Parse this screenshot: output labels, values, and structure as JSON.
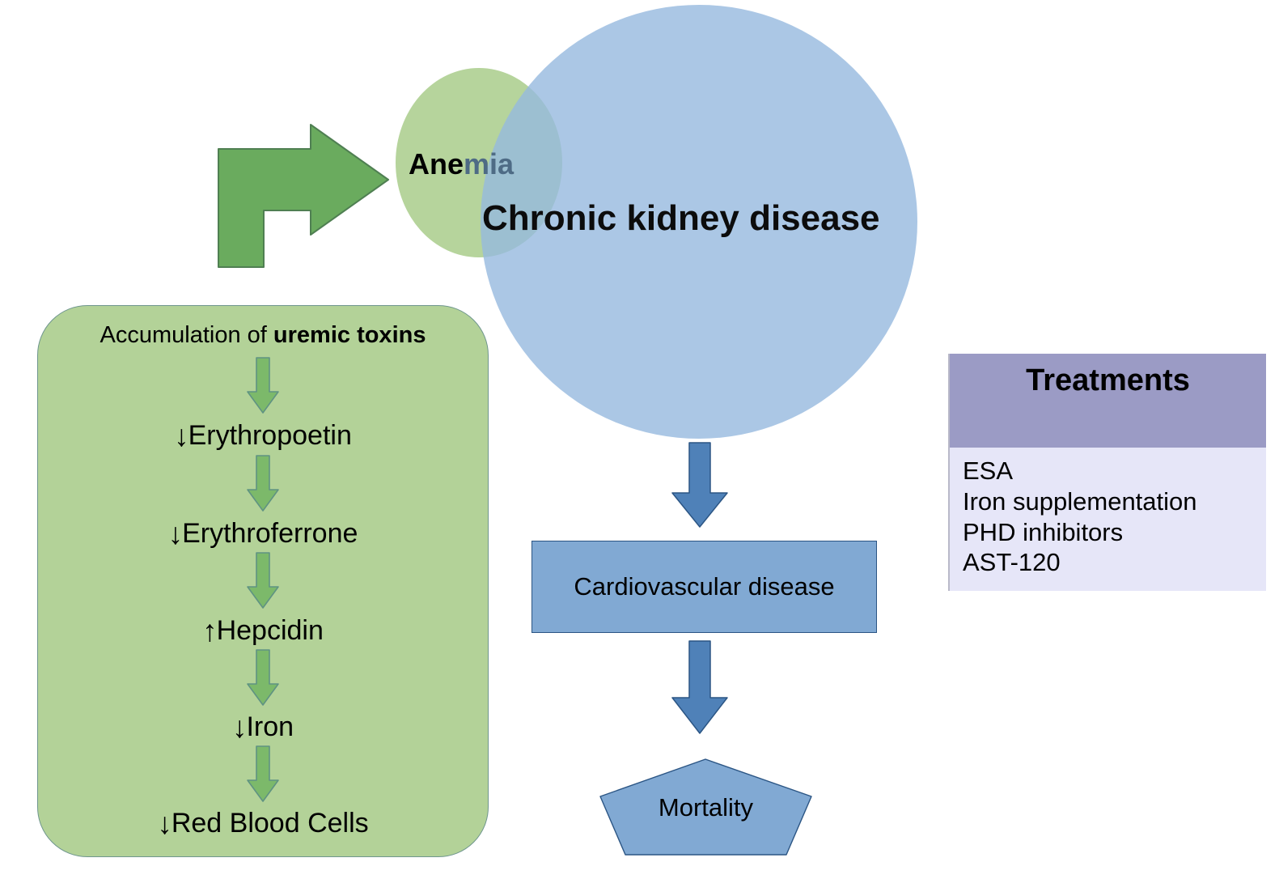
{
  "diagram": {
    "venn": {
      "anemia": {
        "label": "Anemia",
        "visible_part": "Ane",
        "occluded_part": "mia",
        "fill_color": "#b6d49c"
      },
      "chronic_kidney_disease": {
        "label": "Chronic kidney disease",
        "fill_color": "#96b9de"
      }
    },
    "incoming_arrow": {
      "icon": "bent-arrow-up-right-icon",
      "color": "#6aab5e"
    },
    "mechanism_box": {
      "title_prefix": "Accumulation of ",
      "title_emphasis": "uremic toxins",
      "fill_color": "#b3d298",
      "border_color": "#6f968e",
      "steps": [
        {
          "trend": "↓",
          "direction": "down",
          "label": "Erythropoetin"
        },
        {
          "trend": "↓",
          "direction": "down",
          "label": "Erythroferrone"
        },
        {
          "trend": "↑",
          "direction": "up",
          "label": "Hepcidin"
        },
        {
          "trend": "↓",
          "direction": "down",
          "label": "Iron"
        },
        {
          "trend": "↓",
          "direction": "down",
          "label": "Red Blood Cells"
        }
      ],
      "connector_icon": "down-arrow-icon",
      "connector_color": "#7cb96a"
    },
    "outcome_chain": {
      "arrow_icon": "down-arrow-icon",
      "arrow_color": "#4f81b8",
      "cardiovascular_disease": {
        "label": "Cardiovascular disease",
        "fill_color": "#81a9d3",
        "border_color": "#2b5584"
      },
      "mortality": {
        "label": "Mortality",
        "shape": "pentagon",
        "fill_color": "#81a9d3",
        "border_color": "#2b5584"
      }
    },
    "treatments": {
      "header": "Treatments",
      "header_color": "#9b9bc5",
      "body_color": "#e6e6f8",
      "items": [
        "ESA",
        "Iron supplementation",
        "PHD inhibitors",
        "AST-120"
      ]
    }
  }
}
